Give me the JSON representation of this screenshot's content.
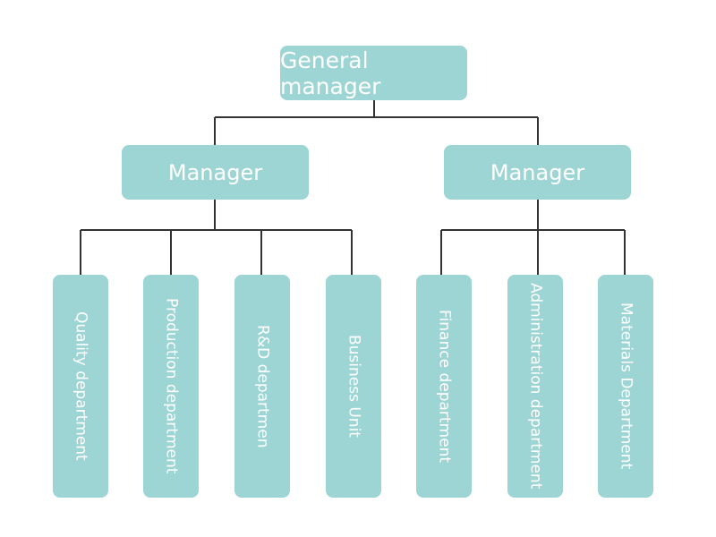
{
  "org_chart": {
    "top": {
      "label": "General manager"
    },
    "managers": [
      {
        "label": "Manager"
      },
      {
        "label": "Manager"
      }
    ],
    "departments": [
      {
        "label": "Quality department"
      },
      {
        "label": "Production department"
      },
      {
        "label": "R&D departmen"
      },
      {
        "label": "Business Unit"
      },
      {
        "label": "Finance department"
      },
      {
        "label": "Administration department"
      },
      {
        "label": "Materials Department"
      }
    ]
  },
  "colors": {
    "box_fill": "#9dd5d4",
    "box_text": "#ffffff",
    "connector": "#333333",
    "background": "#ffffff"
  }
}
